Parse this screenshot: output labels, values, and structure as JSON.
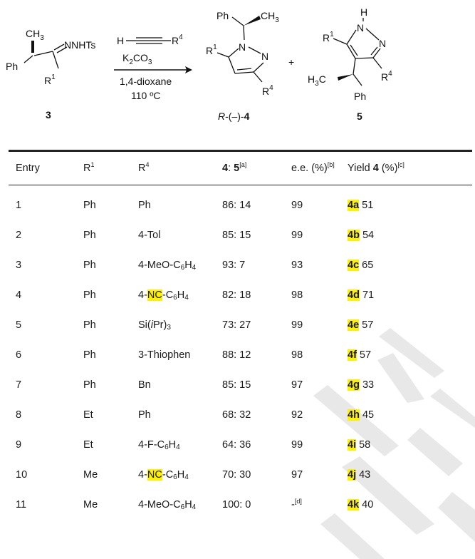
{
  "scheme": {
    "reagent_alkyne": "H",
    "reagent_r4": "R",
    "reagent_r4_sup": "4",
    "base": "K",
    "base_sub1": "2",
    "base_co": "CO",
    "base_sub2": "3",
    "solvent": "1,4-dioxane",
    "temperature": "110 ºC",
    "sm_label": "3",
    "sm_ch3": "CH",
    "sm_ch3_sub": "3",
    "sm_ph": "Ph",
    "sm_nnhts": "NNHTs",
    "sm_r1": "R",
    "sm_r1_sup": "1",
    "p4_ph": "Ph",
    "p4_ch3": "CH",
    "p4_ch3_sub": "3",
    "p4_n1": "N",
    "p4_n2": "N",
    "p4_r1": "R",
    "p4_r1_sup": "1",
    "p4_r4": "R",
    "p4_r4_sup": "4",
    "p4_label_prefix": "R",
    "p4_label_mid": "-(–)-",
    "p4_label_num": "4",
    "plus": "+",
    "p5_h": "H",
    "p5_n1": "N",
    "p5_n2": "N",
    "p5_r1": "R",
    "p5_r1_sup": "1",
    "p5_r4": "R",
    "p5_r4_sup": "4",
    "p5_h3c": "H",
    "p5_h3c_sub": "3",
    "p5_c": "C",
    "p5_ph": "Ph",
    "p5_label": "5"
  },
  "table": {
    "headers": {
      "entry": "Entry",
      "r1": "R",
      "r1_sup": "1",
      "r4": "R",
      "r4_sup": "4",
      "ratio_a": "4",
      "ratio_colon": ": ",
      "ratio_b": "5",
      "ratio_note": "[a]",
      "ee": "e.e. (%)",
      "ee_note": "[b]",
      "yield_pre": "Yield ",
      "yield_num": "4",
      "yield_post": " (%)",
      "yield_note": "[c]"
    },
    "rows": [
      {
        "entry": "1",
        "r1": "Ph",
        "r4": "Ph",
        "ratio": "86: 14",
        "ee": "99",
        "cmpd": "4a",
        "yield": " 51"
      },
      {
        "entry": "2",
        "r1": "Ph",
        "r4": "4-Tol",
        "ratio": "85: 15",
        "ee": "99",
        "cmpd": "4b",
        "yield": " 54"
      },
      {
        "entry": "3",
        "r1": "Ph",
        "r4_pre": "4-MeO-C",
        "r4_sub1": "6",
        "r4_mid": "H",
        "r4_sub2": "4",
        "ratio": "93: 7",
        "ee": "93",
        "cmpd": "4c",
        "yield": " 65"
      },
      {
        "entry": "4",
        "r1": "Ph",
        "r4_pre": "4-",
        "r4_hl": "NC",
        "r4_post": "-C",
        "r4_sub1": "6",
        "r4_mid": "H",
        "r4_sub2": "4",
        "ratio": "82: 18",
        "ee": "98",
        "cmpd": "4d",
        "yield": " 71"
      },
      {
        "entry": "5",
        "r1": "Ph",
        "r4_si": "Si(",
        "r4_ipr": "i",
        "r4_pr": "Pr)",
        "r4_sub": "3",
        "ratio": "73: 27",
        "ee": "99",
        "cmpd": "4e",
        "yield": " 57"
      },
      {
        "entry": "6",
        "r1": "Ph",
        "r4": "3-Thiophen",
        "ratio": "88: 12",
        "ee": "98",
        "cmpd": "4f",
        "yield": " 57"
      },
      {
        "entry": "7",
        "r1": "Ph",
        "r4": "Bn",
        "ratio": "85: 15",
        "ee": "97",
        "cmpd": "4g",
        "yield": " 33"
      },
      {
        "entry": "8",
        "r1": "Et",
        "r4": "Ph",
        "ratio": "68: 32",
        "ee": "92",
        "cmpd": "4h",
        "yield": " 45"
      },
      {
        "entry": "9",
        "r1": "Et",
        "r4_pre": "4-F-C",
        "r4_sub1": "6",
        "r4_mid": "H",
        "r4_sub2": "4",
        "ratio": "64: 36",
        "ee": "99",
        "cmpd": "4i",
        "yield": " 58"
      },
      {
        "entry": "10",
        "r1": "Me",
        "r4_pre": "4-",
        "r4_hl": "NC",
        "r4_post": "-C",
        "r4_sub1": "6",
        "r4_mid": "H",
        "r4_sub2": "4",
        "ratio": "70: 30",
        "ee": "97",
        "cmpd": "4j",
        "yield": " 43"
      },
      {
        "entry": "11",
        "r1": "Me",
        "r4_pre": "4-MeO-C",
        "r4_sub1": "6",
        "r4_mid": "H",
        "r4_sub2": "4",
        "ratio": "100: 0",
        "ee_dash": "-",
        "ee_note": "[d]",
        "cmpd": "4k",
        "yield": " 40"
      }
    ]
  },
  "colors": {
    "highlight": "#fff200",
    "watermark": "#e6e6e6"
  }
}
